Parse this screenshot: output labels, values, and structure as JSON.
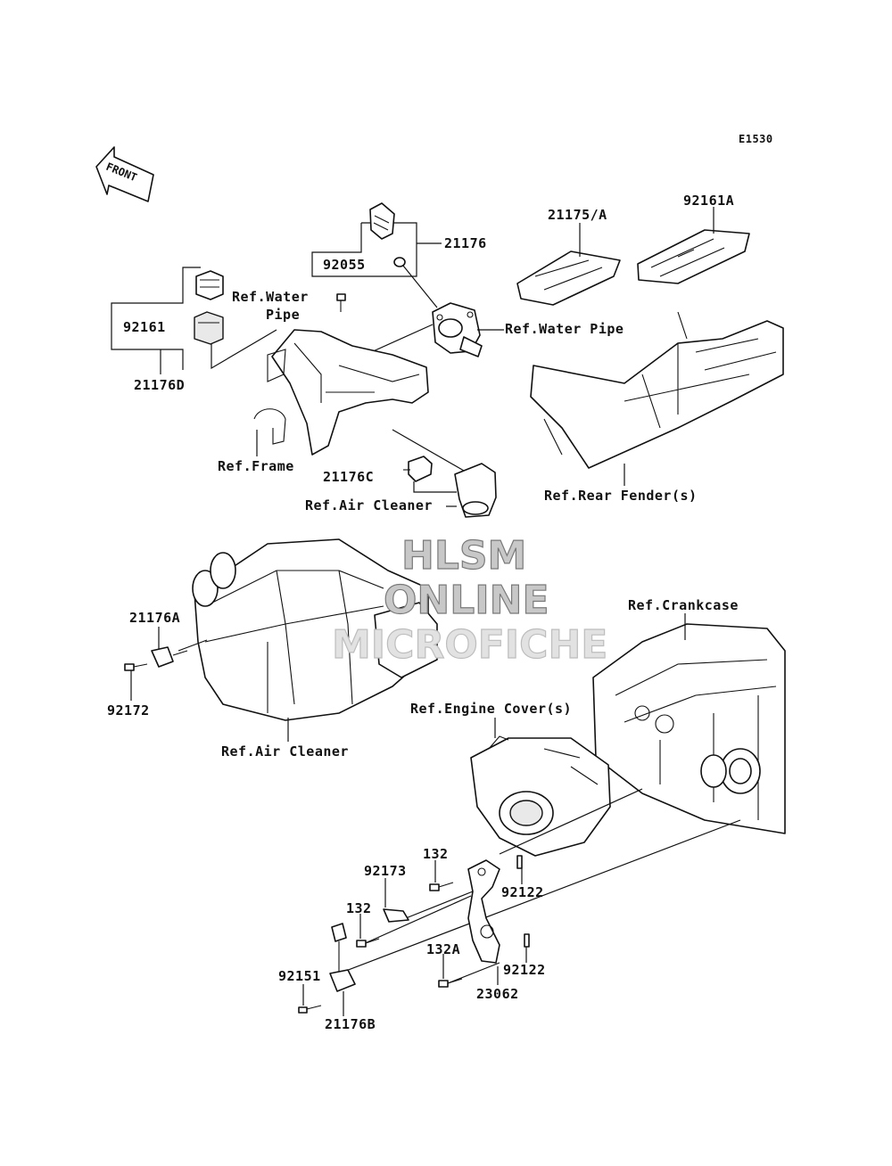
{
  "diagram_code": "E1530",
  "front_label": "FRONT",
  "watermark": {
    "line1": "HLSM",
    "line2": "ONLINE",
    "line3": "MICROFICHE"
  },
  "callouts": {
    "p21176": "21176",
    "p92055": "92055",
    "p21175A": "21175/A",
    "p92161A": "92161A",
    "ref_water_pipe_1": "Ref.Water",
    "ref_water_pipe_1b": "Pipe",
    "ref_water_pipe_2": "Ref.Water Pipe",
    "p92161": "92161",
    "p21176D": "21176D",
    "ref_frame": "Ref.Frame",
    "p21176C": "21176C",
    "ref_air_cleaner_1": "Ref.Air Cleaner",
    "ref_rear_fender": "Ref.Rear Fender(s)",
    "ref_crankcase": "Ref.Crankcase",
    "p21176A": "21176A",
    "p92172": "92172",
    "ref_air_cleaner_2": "Ref.Air Cleaner",
    "ref_engine_cover": "Ref.Engine Cover(s)",
    "p132_1": "132",
    "p92173": "92173",
    "p92122_1": "92122",
    "p132_2": "132",
    "p132A": "132A",
    "p92122_2": "92122",
    "p92151": "92151",
    "p23062": "23062",
    "p21176B": "21176B"
  }
}
